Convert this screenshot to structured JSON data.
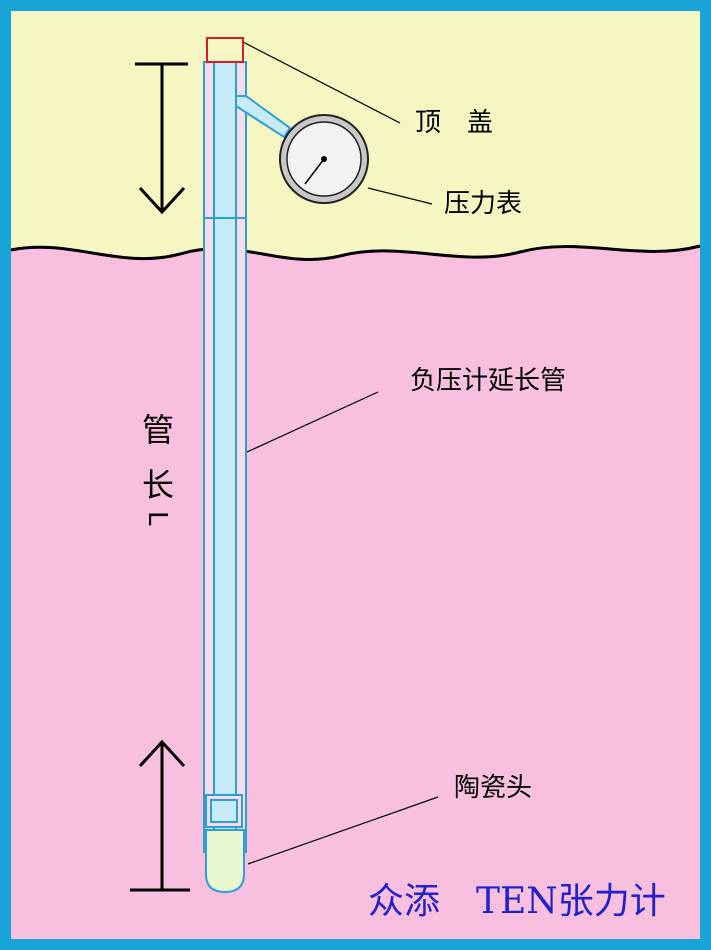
{
  "labels": {
    "cap": "顶　盖",
    "gauge": "压力表",
    "extension_tube": "负压计延长管",
    "tube_length": [
      "管",
      "长",
      "L"
    ],
    "ceramic_tip": "陶瓷头"
  },
  "brand": "众添　TEN张力计",
  "colors": {
    "frame": "#1aa3d6",
    "soil_upper": "#f6f6c2",
    "soil_lower": "#f8bfdf",
    "tube_outline": "#2a9fd8",
    "tube_fill": "#c7ebf8",
    "cap": "#d02020",
    "tip_fill": "#eaf8d2",
    "brand_text": "#2222cc"
  }
}
